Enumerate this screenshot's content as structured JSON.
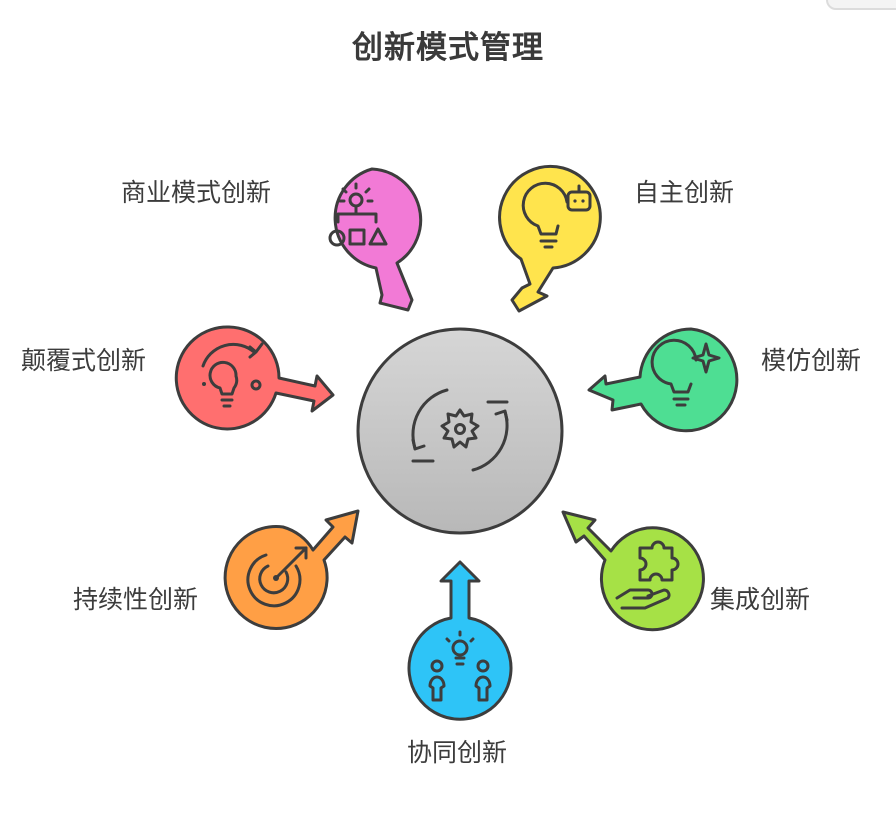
{
  "title": "创新模式管理",
  "nodes": [
    {
      "key": "business-model",
      "label": "商业模式创新",
      "icon": "idea-flowchart-icon",
      "color": "#f27ad6"
    },
    {
      "key": "independent",
      "label": "自主创新",
      "icon": "bulb-robot-icon",
      "color": "#ffe44d"
    },
    {
      "key": "imitation",
      "label": "模仿创新",
      "icon": "bulb-sparkle-icon",
      "color": "#4ede93"
    },
    {
      "key": "integration",
      "label": "集成创新",
      "icon": "hand-puzzle-icon",
      "color": "#a6e146"
    },
    {
      "key": "collaborative",
      "label": "协同创新",
      "icon": "team-idea-icon",
      "color": "#2ec4f7"
    },
    {
      "key": "sustaining",
      "label": "持续性创新",
      "icon": "target-arrow-icon",
      "color": "#ff9f45"
    },
    {
      "key": "disruptive",
      "label": "颠覆式创新",
      "icon": "bulb-orbit-icon",
      "color": "#ff6f6f"
    }
  ],
  "center": {
    "icon": "gear-cycle-icon",
    "color": "#c4c4c4"
  }
}
